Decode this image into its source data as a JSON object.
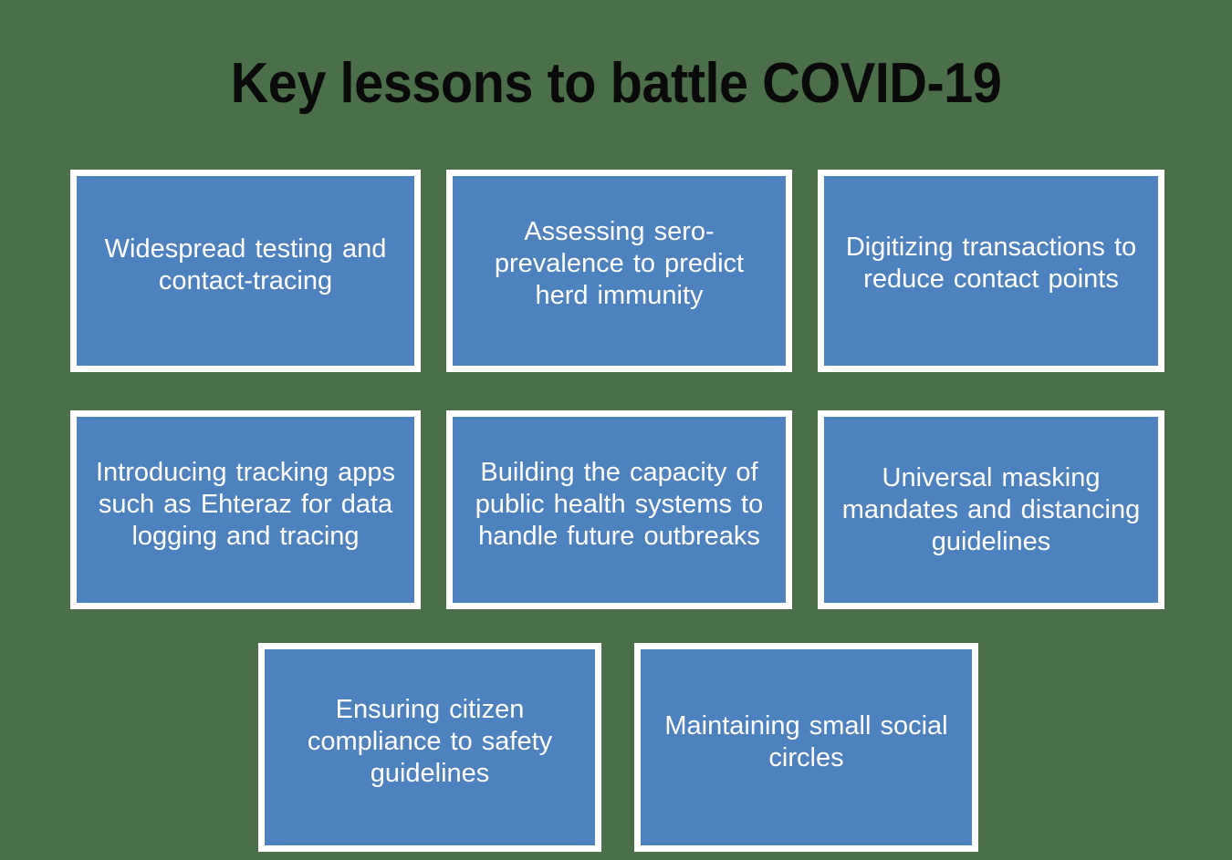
{
  "slide": {
    "background_color": "#4a6f49",
    "title": "Key lessons to battle COVID-19",
    "title_color": "#0a0a0a",
    "card_fill_color": "#4e82be",
    "card_border_color": "#ffffff",
    "card_text_color": "#ffffff"
  },
  "cards": [
    {
      "id": "widespread-testing",
      "row": 1,
      "col": 1,
      "text": "Widespread testing and contact-tracing"
    },
    {
      "id": "sero-prevalence",
      "row": 1,
      "col": 2,
      "text": "Assessing sero-prevalence to predict herd immunity"
    },
    {
      "id": "digitizing-transactions",
      "row": 1,
      "col": 3,
      "text": "Digitizing transactions to reduce contact points"
    },
    {
      "id": "tracking-apps",
      "row": 2,
      "col": 1,
      "text": "Introducing tracking apps such as Ehteraz for data logging and tracing"
    },
    {
      "id": "public-health-capacity",
      "row": 2,
      "col": 2,
      "text": "Building the capacity of public health systems to handle future outbreaks"
    },
    {
      "id": "universal-masking",
      "row": 2,
      "col": 3,
      "text": "Universal masking mandates and distancing guidelines"
    },
    {
      "id": "citizen-compliance",
      "row": 3,
      "col": 1,
      "text": "Ensuring citizen compliance to safety guidelines"
    },
    {
      "id": "small-social-circles",
      "row": 3,
      "col": 2,
      "text": "Maintaining small social circles"
    }
  ]
}
